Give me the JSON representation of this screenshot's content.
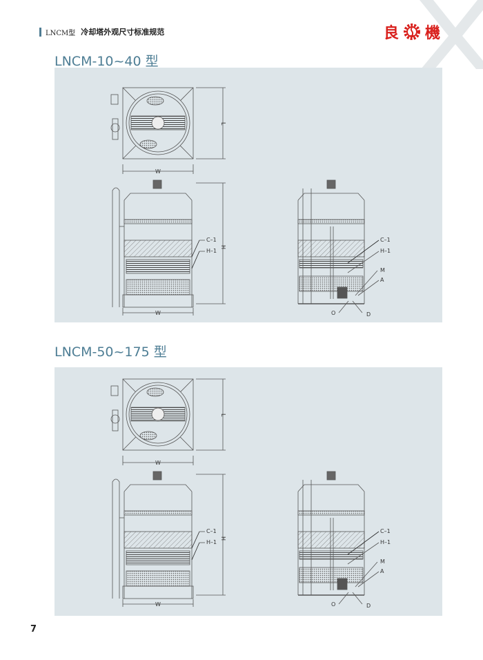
{
  "header": {
    "model": "LNCM型",
    "subtitle": "冷却塔外观尺寸标准规范"
  },
  "logo": {
    "left_char": "良",
    "right_char": "機"
  },
  "sections": [
    {
      "title": "LNCM-10~40 型",
      "labels": {
        "W_top": "W",
        "L": "L",
        "H": "H",
        "W_front": "W",
        "C1_front": "C–1",
        "H1_front": "H–1",
        "C1_side": "C–1",
        "H1_side": "H–1",
        "M": "M",
        "A": "A",
        "O": "O",
        "D": "D"
      }
    },
    {
      "title": "LNCM-50~175 型",
      "labels": {
        "W_top": "W",
        "L": "L",
        "H": "H",
        "W_front": "W",
        "C1_front": "C–1",
        "H1_front": "H–1",
        "C1_side": "C–1",
        "H1_side": "H–1",
        "M": "M",
        "A": "A",
        "O": "O",
        "D": "D"
      }
    }
  ],
  "page_number": "7",
  "colors": {
    "accent": "#4d7d94",
    "logo": "#d9201c",
    "panel": "#dde5e9"
  }
}
